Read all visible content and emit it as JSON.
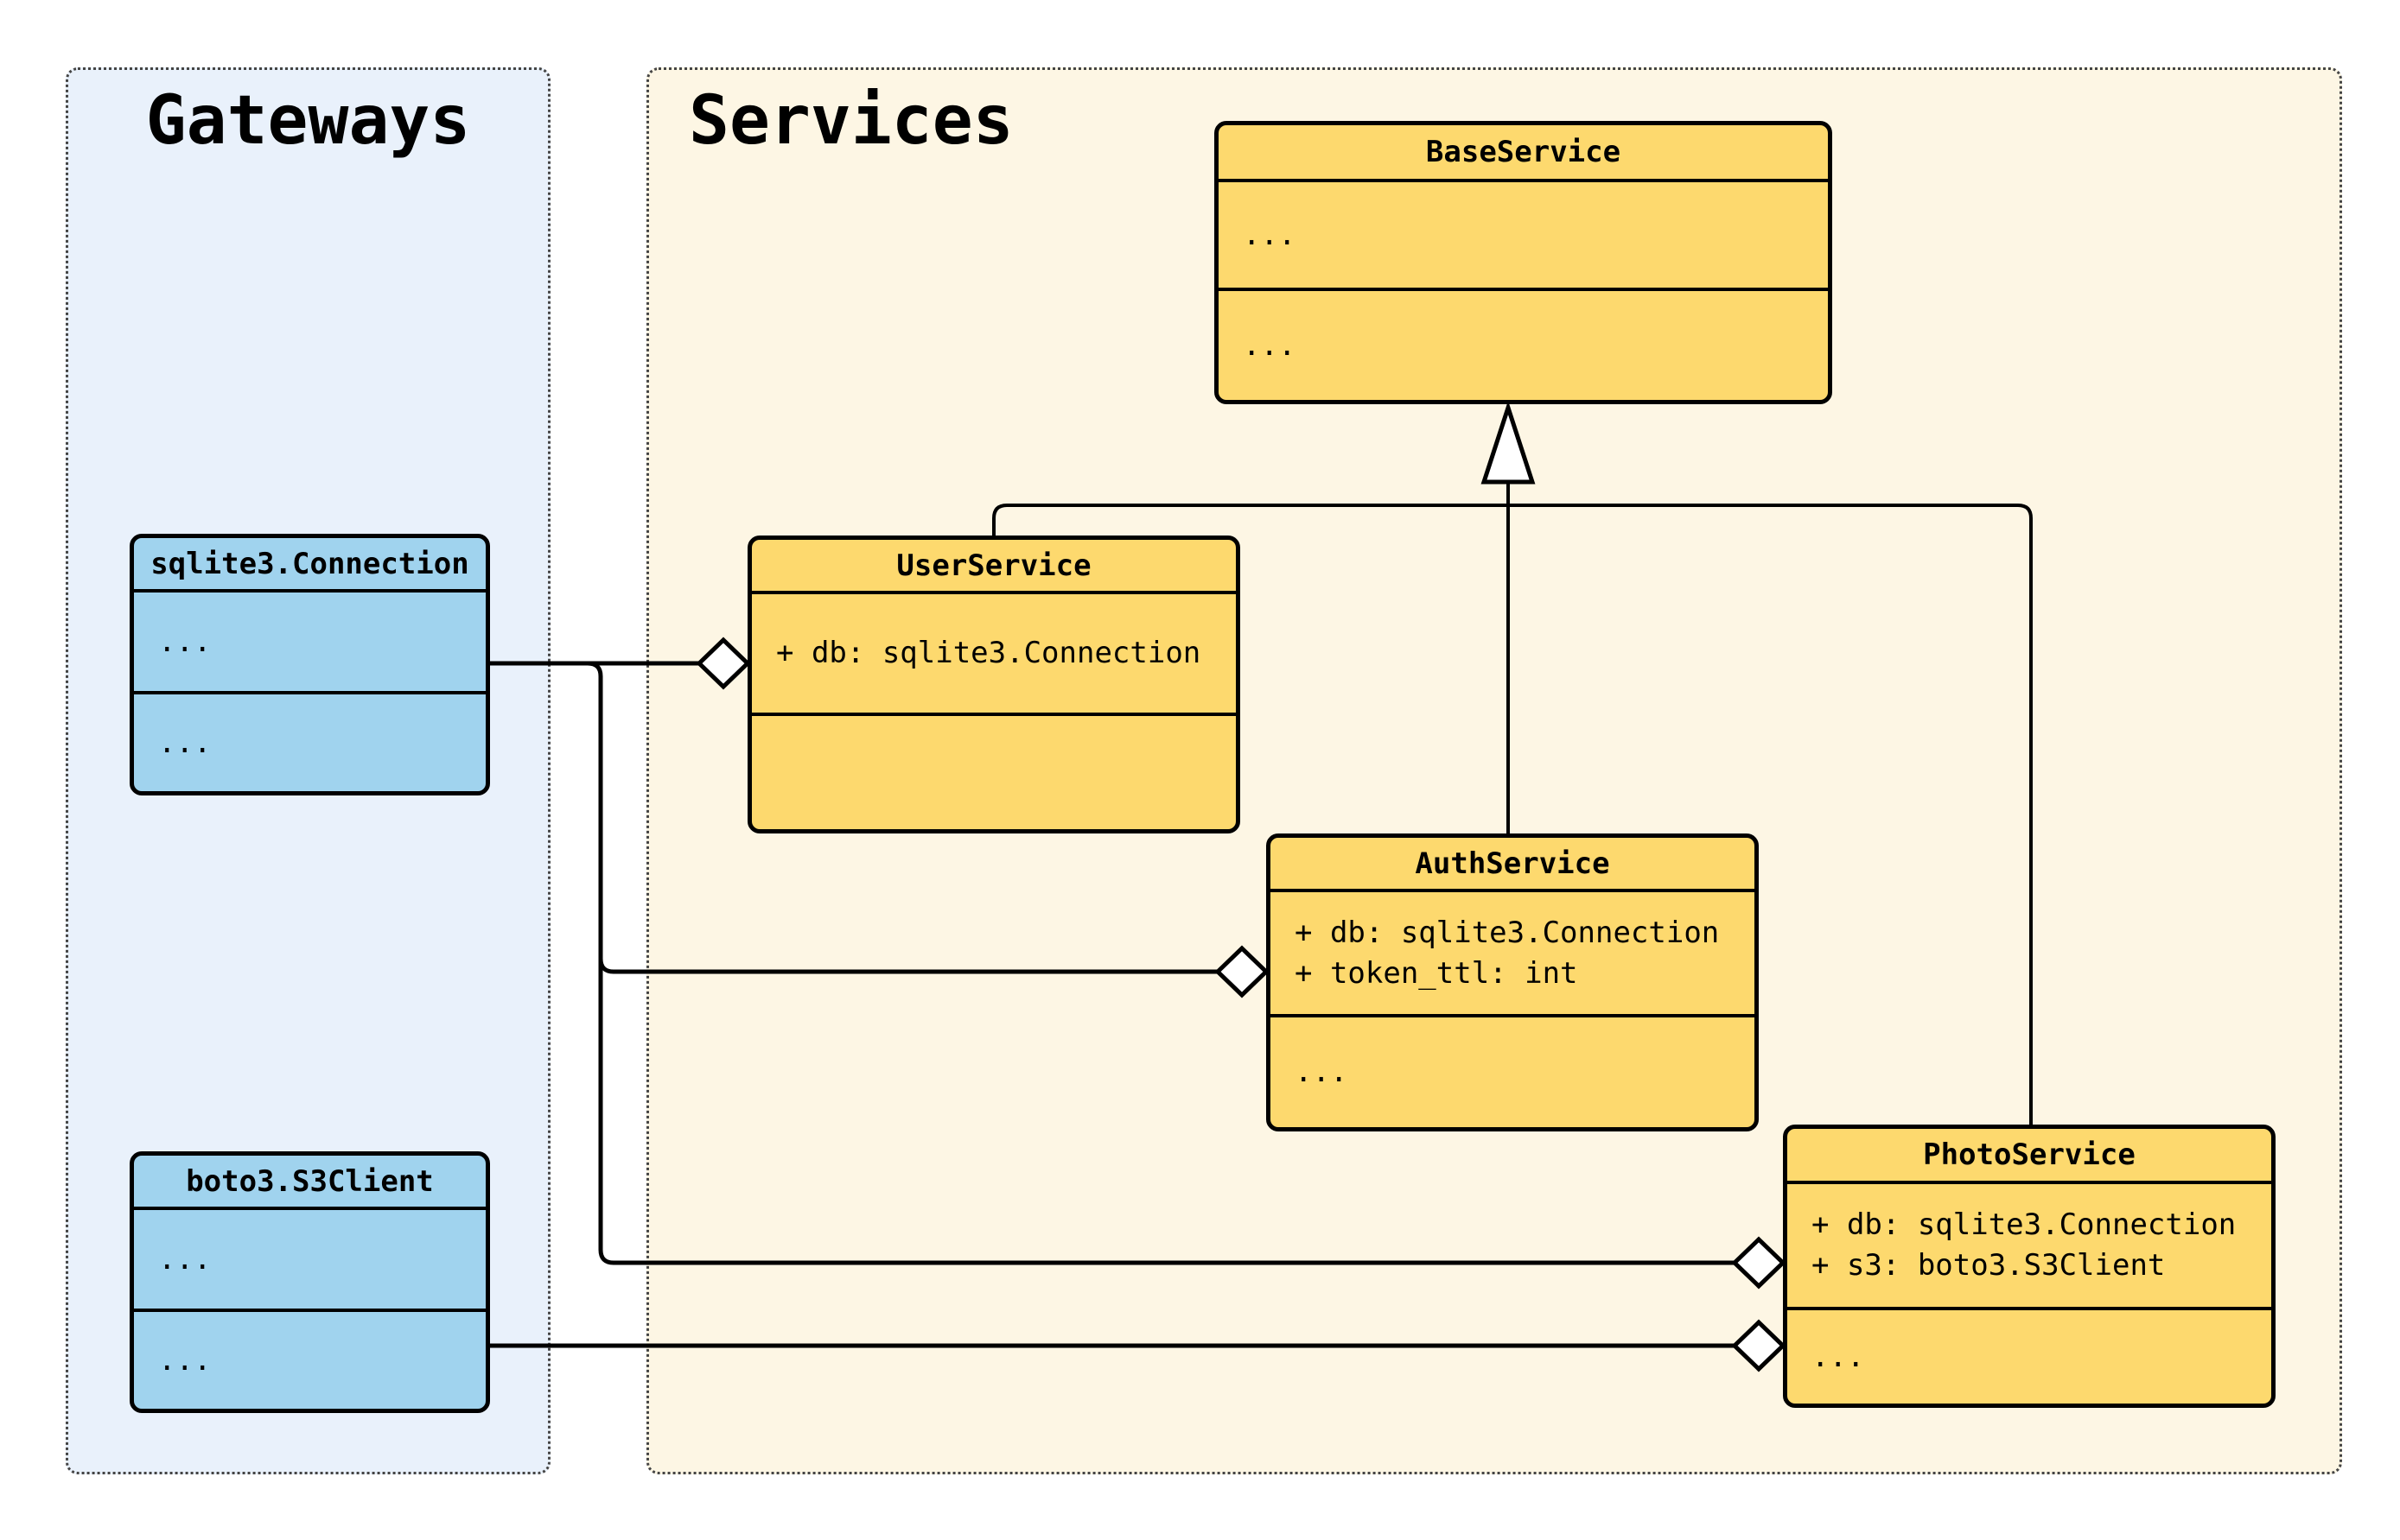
{
  "diagram": {
    "type": "uml-class-diagram",
    "groups": [
      {
        "id": "gateways",
        "title": "Gateways"
      },
      {
        "id": "services",
        "title": "Services"
      }
    ],
    "classes": [
      {
        "name": "BaseService",
        "group": "services",
        "attributes": [
          "..."
        ],
        "methods": [
          "..."
        ]
      },
      {
        "name": "UserService",
        "group": "services",
        "attributes": [
          "+ db: sqlite3.Connection"
        ],
        "methods": []
      },
      {
        "name": "AuthService",
        "group": "services",
        "attributes": [
          "+ db: sqlite3.Connection",
          "+ token_ttl: int"
        ],
        "methods": [
          "..."
        ]
      },
      {
        "name": "PhotoService",
        "group": "services",
        "attributes": [
          "+ db: sqlite3.Connection",
          "+ s3: boto3.S3Client"
        ],
        "methods": [
          "..."
        ]
      },
      {
        "name": "sqlite3.Connection",
        "group": "gateways",
        "attributes": [
          "..."
        ],
        "methods": [
          "..."
        ]
      },
      {
        "name": "boto3.S3Client",
        "group": "gateways",
        "attributes": [
          "..."
        ],
        "methods": [
          "..."
        ]
      }
    ],
    "relationships": [
      {
        "type": "inheritance",
        "from": "UserService",
        "to": "BaseService"
      },
      {
        "type": "inheritance",
        "from": "AuthService",
        "to": "BaseService"
      },
      {
        "type": "inheritance",
        "from": "PhotoService",
        "to": "BaseService"
      },
      {
        "type": "aggregation",
        "from": "sqlite3.Connection",
        "to": "UserService"
      },
      {
        "type": "aggregation",
        "from": "sqlite3.Connection",
        "to": "AuthService"
      },
      {
        "type": "aggregation",
        "from": "sqlite3.Connection",
        "to": "PhotoService"
      },
      {
        "type": "aggregation",
        "from": "boto3.S3Client",
        "to": "PhotoService"
      }
    ],
    "colors": {
      "service_class_fill": "#FDD96E",
      "gateway_class_fill": "#A0D3EE",
      "services_panel_bg": "#FDF6E4",
      "gateways_panel_bg": "#E9F1FB",
      "stroke": "#000000",
      "page_bg": "#FFFFFF"
    }
  }
}
